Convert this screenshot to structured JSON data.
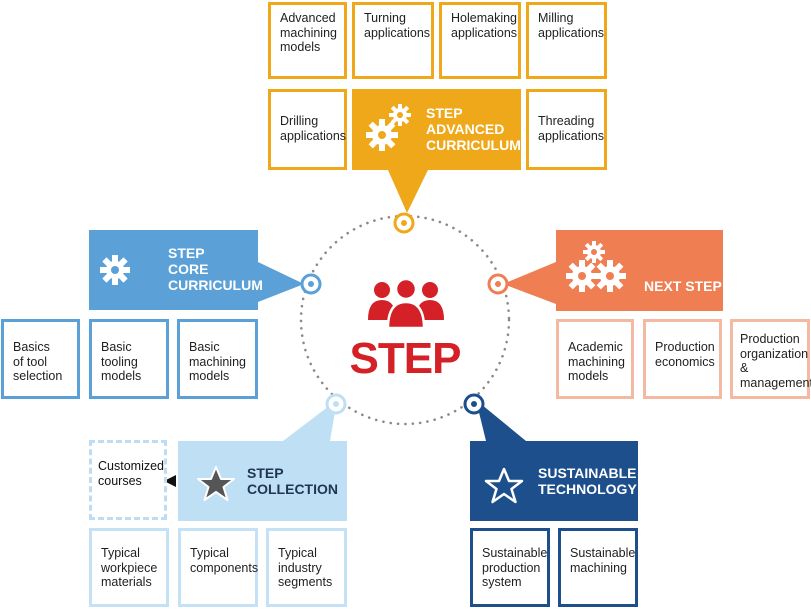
{
  "center": {
    "title": "STEP",
    "icon": "people-group-icon"
  },
  "advanced": {
    "title": "STEP\nADVANCED\nCURRICULUM",
    "icon": "gears-icon",
    "color": "#f0a81b",
    "items": [
      "Advanced\nmachining\nmodels",
      "Turning\napplications",
      "Holemaking\napplications",
      "Milling\napplications",
      "Drilling\napplications",
      "Threading\napplications"
    ]
  },
  "core": {
    "title": "STEP\nCORE\nCURRICULUM",
    "icon": "gear-icon",
    "color": "#5ba0d7",
    "items": [
      "Basics\nof tool\nselection",
      "Basic\ntooling\nmodels",
      "Basic\nmachining\nmodels"
    ]
  },
  "next": {
    "title": "NEXT STEP",
    "icon": "gears-icon",
    "color": "#ef7e53",
    "items": [
      "Academic\nmachining\nmodels",
      "Production\neconomics",
      "Production\norganization\n&\nmanagement"
    ]
  },
  "collection": {
    "title": "STEP\nCOLLECTION",
    "icon": "star-icon",
    "color": "#bfdff5",
    "extra": "Customized\ncourses",
    "items": [
      "Typical\nworkpiece\nmaterials",
      "Typical\ncomponents",
      "Typical\nindustry\nsegments"
    ]
  },
  "sustainable": {
    "title": "SUSTAINABLE\nTECHNOLOGY",
    "icon": "star-icon",
    "color": "#1c4f8c",
    "items": [
      "Sustainable\nproduction\nsystem",
      "Sustainable\nmachining"
    ]
  }
}
